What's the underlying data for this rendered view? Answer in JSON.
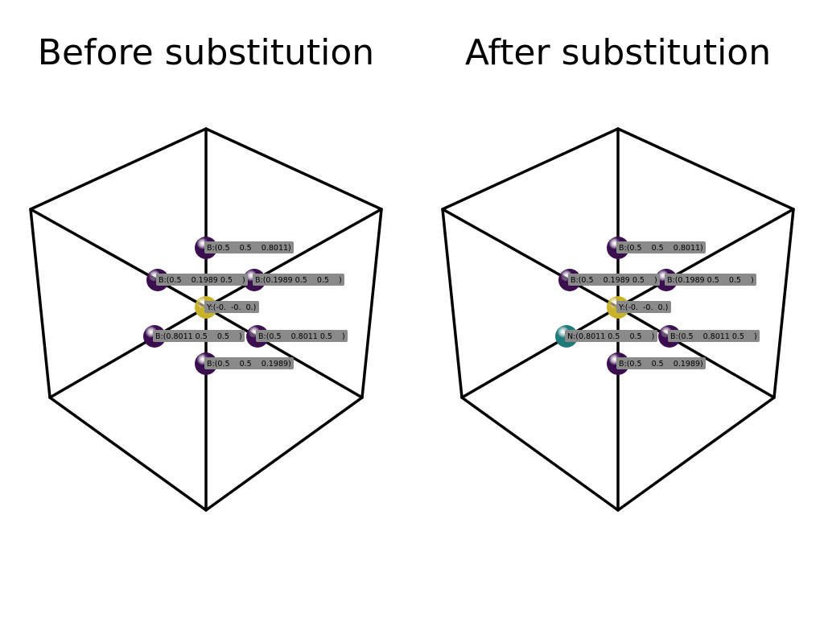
{
  "panels": [
    {
      "title": "Before substitution",
      "atoms": [
        {
          "element": "B",
          "label": "B:(0.5    0.5    0.8011)",
          "color": "#3b0f4f",
          "pos": "top"
        },
        {
          "element": "B",
          "label": "B:(0.5    0.1989 0.5    )",
          "color": "#3b0f4f",
          "pos": "upper-left"
        },
        {
          "element": "B",
          "label": "B:(0.1989 0.5    0.5    )",
          "color": "#3b0f4f",
          "pos": "upper-right"
        },
        {
          "element": "Y",
          "label": "Y:(-0.  -0.  0.)",
          "color": "#c9b12a",
          "pos": "center"
        },
        {
          "element": "B",
          "label": "B:(0.8011 0.5    0.5    )",
          "color": "#3b0f4f",
          "pos": "lower-left"
        },
        {
          "element": "B",
          "label": "B:(0.5    0.8011 0.5    )",
          "color": "#3b0f4f",
          "pos": "lower-right"
        },
        {
          "element": "B",
          "label": "B:(0.5    0.5    0.1989)",
          "color": "#3b0f4f",
          "pos": "bottom"
        }
      ]
    },
    {
      "title": "After substitution",
      "atoms": [
        {
          "element": "B",
          "label": "B:(0.5    0.5    0.8011)",
          "color": "#3b0f4f",
          "pos": "top"
        },
        {
          "element": "B",
          "label": "B:(0.5    0.1989 0.5    )",
          "color": "#3b0f4f",
          "pos": "upper-left"
        },
        {
          "element": "B",
          "label": "B:(0.1989 0.5    0.5    )",
          "color": "#3b0f4f",
          "pos": "upper-right"
        },
        {
          "element": "Y",
          "label": "Y:(-0.  -0.  0.)",
          "color": "#c9b12a",
          "pos": "center"
        },
        {
          "element": "N",
          "label": "N:(0.8011 0.5    0.5    )",
          "color": "#1f7a7a",
          "pos": "lower-left"
        },
        {
          "element": "B",
          "label": "B:(0.5    0.8011 0.5    )",
          "color": "#3b0f4f",
          "pos": "lower-right"
        },
        {
          "element": "B",
          "label": "B:(0.5    0.5    0.1989)",
          "color": "#3b0f4f",
          "pos": "bottom"
        }
      ]
    }
  ]
}
